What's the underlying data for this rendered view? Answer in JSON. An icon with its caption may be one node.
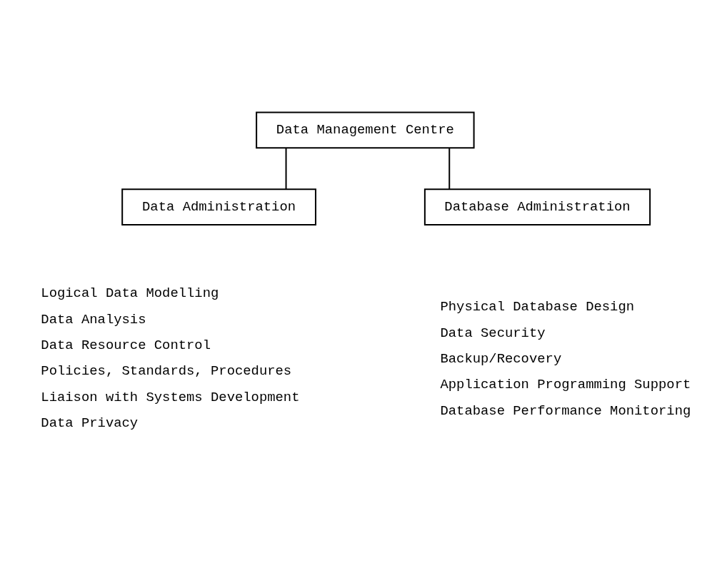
{
  "diagram": {
    "nodes": [
      {
        "text": [
          "Data Management Centre"
        ]
      },
      {
        "text": [
          "Data Administration"
        ],
        "beside": [
          "Logical Data Modelling",
          "Data Analysis",
          "Data Resource Control",
          "Policies, Standards, Procedures",
          "Liaison with Systems Development",
          "Data Privacy"
        ]
      },
      {
        "text": [
          "Database Administration"
        ],
        "beside": [
          "Physical Database Design",
          "Data Security",
          "Backup/Recovery",
          "Application Programming Support",
          "Database Performance Monitoring"
        ]
      }
    ],
    "edges": [
      {
        "from": 0,
        "to": 1,
        "arrow": "none"
      },
      {
        "from": 0,
        "to": 2,
        "arrow": "none"
      }
    ]
  }
}
